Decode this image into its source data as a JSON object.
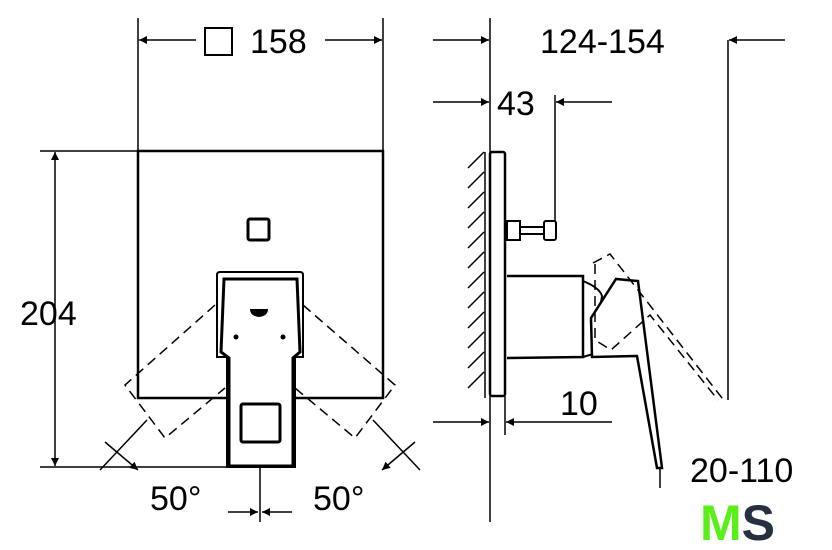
{
  "dimensions": {
    "width_front": "158",
    "height_front": "204",
    "projection_range": "124-154",
    "rod_offset": "43",
    "plate_thickness": "10",
    "angle_left": "50°",
    "angle_right": "50°",
    "lever_range": "20-110"
  },
  "logo": {
    "text": "MS",
    "color_m": "#5bef1a",
    "color_s": "#26303f"
  }
}
